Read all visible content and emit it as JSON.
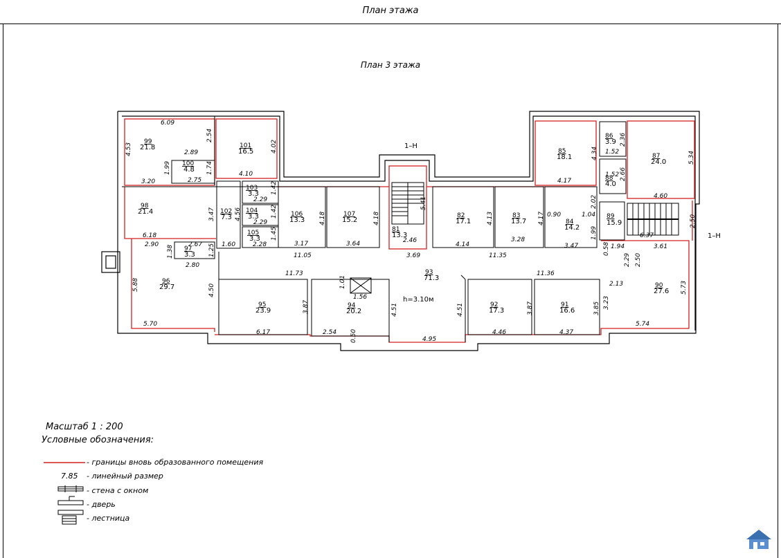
{
  "header": {
    "title": "План этажа"
  },
  "floor_title": "План 3 этажа",
  "section_marks": {
    "top": "1–Н",
    "right": "1–Н"
  },
  "corridor": {
    "num": "93",
    "area": "71.3",
    "height": "h=3.10м"
  },
  "rooms": {
    "r99": {
      "num": "99",
      "area": "21.8"
    },
    "r100": {
      "num": "100",
      "area": "4.8"
    },
    "r101": {
      "num": "101",
      "area": "16.5"
    },
    "r98": {
      "num": "98",
      "area": "21.4"
    },
    "r102": {
      "num": "102",
      "area": "7.3"
    },
    "r103": {
      "num": "103",
      "area": "3.3"
    },
    "r104": {
      "num": "104",
      "area": "3.3"
    },
    "r105": {
      "num": "105",
      "area": "3.3"
    },
    "r106": {
      "num": "106",
      "area": "13.3"
    },
    "r107": {
      "num": "107",
      "area": "15.2"
    },
    "r81": {
      "num": "81",
      "area": "13.3"
    },
    "r82": {
      "num": "82",
      "area": "17.1"
    },
    "r83": {
      "num": "83",
      "area": "13.7"
    },
    "r84": {
      "num": "84",
      "area": "14.2"
    },
    "r85": {
      "num": "85",
      "area": "18.1"
    },
    "r86": {
      "num": "86",
      "area": "3.9"
    },
    "r87": {
      "num": "87",
      "area": "24.0"
    },
    "r88": {
      "num": "88",
      "area": "4.0"
    },
    "r89": {
      "num": "89",
      "area": "15.9"
    },
    "r97": {
      "num": "97",
      "area": "3.3"
    },
    "r96": {
      "num": "96",
      "area": "29.7"
    },
    "r95": {
      "num": "95",
      "area": "23.9"
    },
    "r94": {
      "num": "94",
      "area": "20.2"
    },
    "r92": {
      "num": "92",
      "area": "17.3"
    },
    "r91": {
      "num": "91",
      "area": "16.6"
    },
    "r90": {
      "num": "90",
      "area": "27.6"
    }
  },
  "dims": {
    "d1": "6.09",
    "d2": "4.53",
    "d3": "2.54",
    "d4": "2.89",
    "d5": "1.99",
    "d6": "1.74",
    "d7": "2.75",
    "d8": "3.20",
    "d9": "4.02",
    "d10": "4.10",
    "d11": "1.42",
    "d12": "2.29",
    "d13": "1.42",
    "d14": "2.29",
    "d15": "1.45",
    "d16": "2.28",
    "d17": "4.56",
    "d18": "3.47",
    "d19": "6.18",
    "d20": "1.60",
    "d21": "4.18",
    "d22": "3.17",
    "d23": "4.18",
    "d24": "3.64",
    "d25": "11.05",
    "d26": "5.41",
    "d27": "2.46",
    "d28": "3.69",
    "d29": "4.13",
    "d30": "4.14",
    "d31": "4.17",
    "d32": "3.28",
    "d33": "0.90",
    "d34": "1.04",
    "d35": "2.02",
    "d36": "1.99",
    "d37": "3.47",
    "d38": "11.35",
    "d39": "4.34",
    "d40": "4.17",
    "d41": "2.36",
    "d42": "1.52",
    "d43": "2.66",
    "d44": "1.52",
    "d45": "5.34",
    "d46": "4.60",
    "d47": "2.50",
    "d48": "6.37",
    "d49": "1.94",
    "d50": "0.58",
    "d51": "3.61",
    "d52": "2.29",
    "d53": "2.50",
    "d54": "2.90",
    "d55": "2.67",
    "d56": "1.38",
    "d57": "1.25",
    "d58": "2.80",
    "d59": "11.73",
    "d60": "5.88",
    "d61": "4.50",
    "d62": "5.70",
    "d63": "1.01",
    "d64": "1.56",
    "d65": "3.87",
    "d66": "6.17",
    "d67": "2.54",
    "d68": "0.50",
    "d69": "4.51",
    "d70": "4.51",
    "d71": "4.95",
    "d72": "11.36",
    "d73": "3.87",
    "d74": "4.46",
    "d75": "3.85",
    "d76": "4.37",
    "d77": "2.13",
    "d78": "3.23",
    "d79": "5.73",
    "d80": "5.74"
  },
  "scale_label": "Масштаб  1  : 200",
  "legend": {
    "title": "Условные  обозначения:",
    "boundary": "- границы вновь образованного помещения",
    "dim_value": "7.85",
    "dimension": "- линейный размер",
    "window_wall": "- стена с окном",
    "door": "- дверь",
    "stairs": "- лестница"
  },
  "colors": {
    "boundary": "#d42020",
    "wall": "#000000"
  }
}
